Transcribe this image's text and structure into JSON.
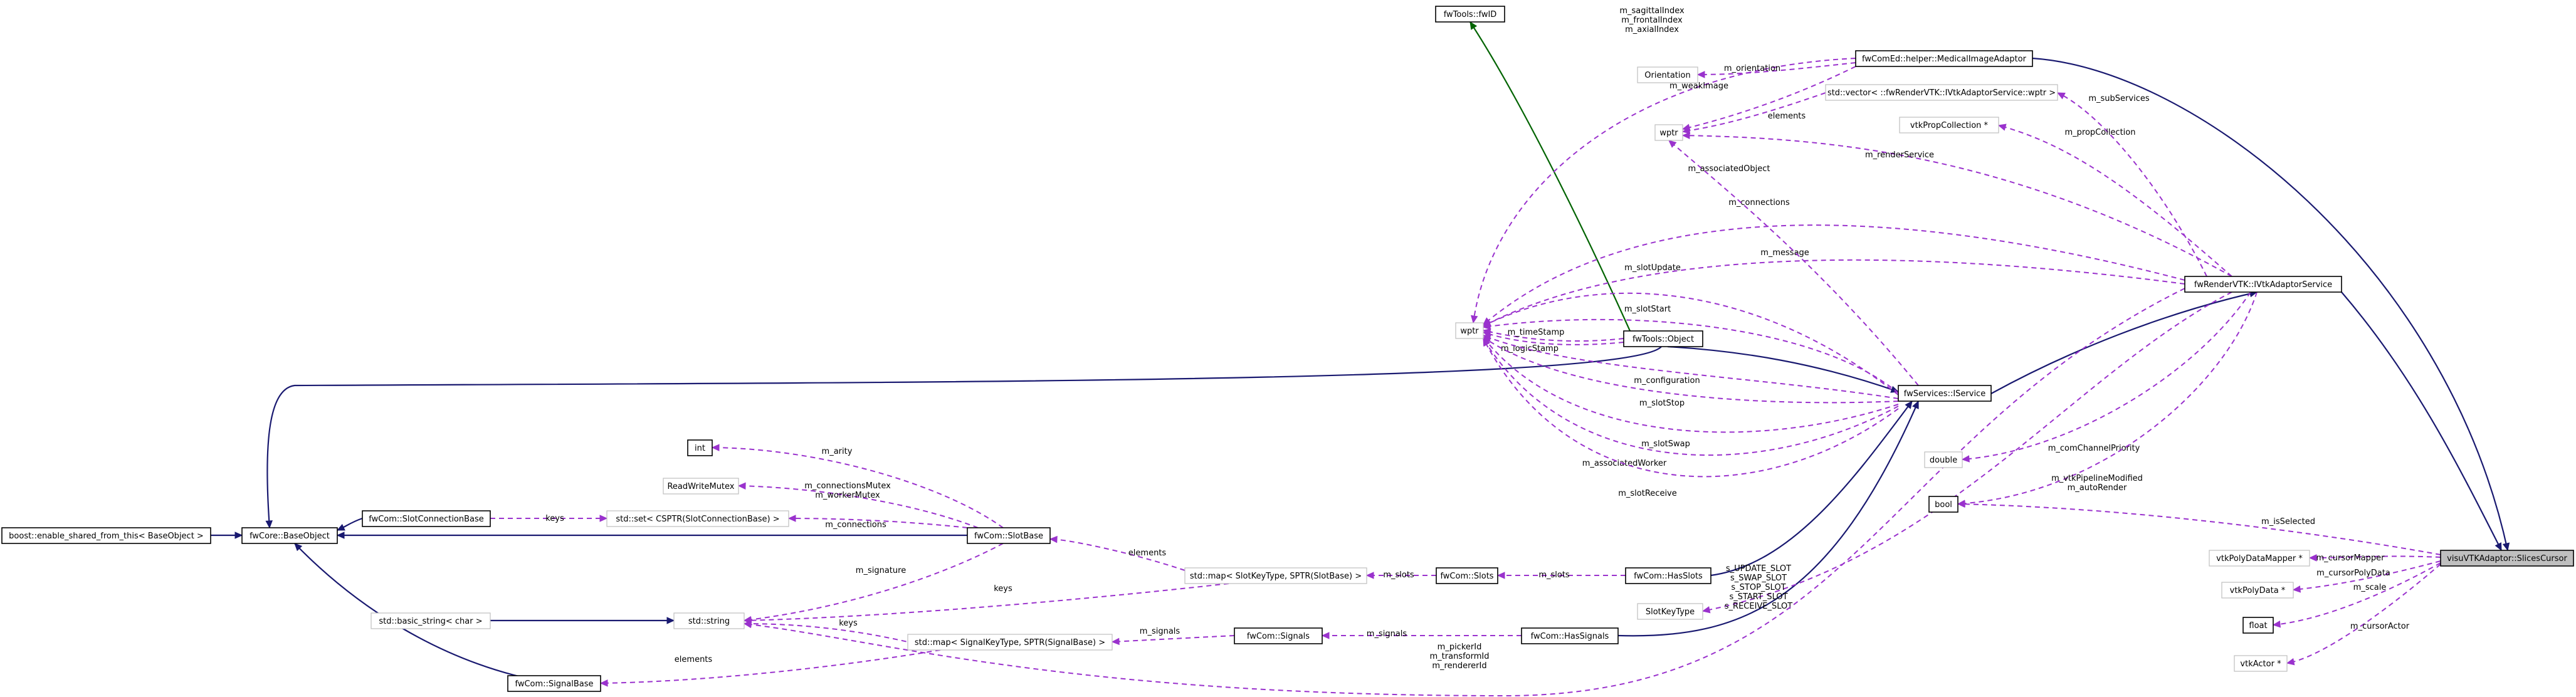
{
  "diagram": {
    "nodes": [
      {
        "id": "enable_shared",
        "label": "boost::enable_shared_from_this< BaseObject >",
        "style": "normal"
      },
      {
        "id": "BaseObject",
        "label": "fwCore::BaseObject",
        "style": "normal"
      },
      {
        "id": "SlotConnectionBase",
        "label": "fwCom::SlotConnectionBase",
        "style": "normal"
      },
      {
        "id": "set_conn",
        "label": "std::set< CSPTR(SlotConnectionBase) >",
        "style": "gray"
      },
      {
        "id": "int",
        "label": "int",
        "style": "normal"
      },
      {
        "id": "ReadWriteMutex",
        "label": "ReadWriteMutex",
        "style": "gray"
      },
      {
        "id": "SlotBase",
        "label": "fwCom::SlotBase",
        "style": "normal"
      },
      {
        "id": "basic_string",
        "label": "std::basic_string< char >",
        "style": "gray"
      },
      {
        "id": "string",
        "label": "std::string",
        "style": "gray"
      },
      {
        "id": "SignalBase",
        "label": "fwCom::SignalBase",
        "style": "normal"
      },
      {
        "id": "map_slot",
        "label": "std::map< SlotKeyType, SPTR(SlotBase) >",
        "style": "gray"
      },
      {
        "id": "map_signal",
        "label": "std::map< SignalKeyType, SPTR(SignalBase) >",
        "style": "gray"
      },
      {
        "id": "Slots",
        "label": "fwCom::Slots",
        "style": "normal"
      },
      {
        "id": "Signals",
        "label": "fwCom::Signals",
        "style": "normal"
      },
      {
        "id": "HasSlots",
        "label": "fwCom::HasSlots",
        "style": "normal"
      },
      {
        "id": "HasSignals",
        "label": "fwCom::HasSignals",
        "style": "normal"
      },
      {
        "id": "fwID",
        "label": "fwTools::fwID",
        "style": "normal"
      },
      {
        "id": "wptr1",
        "label": "wptr",
        "style": "gray"
      },
      {
        "id": "Object",
        "label": "fwTools::Object",
        "style": "normal"
      },
      {
        "id": "IService",
        "label": "fwServices::IService",
        "style": "normal"
      },
      {
        "id": "Orientation",
        "label": "Orientation",
        "style": "gray"
      },
      {
        "id": "MedicalImageAdaptor",
        "label": "fwComEd::helper::MedicalImageAdaptor",
        "style": "normal"
      },
      {
        "id": "wptr2",
        "label": "wptr",
        "style": "gray"
      },
      {
        "id": "vector_svc",
        "label": "std::vector< ::fwRenderVTK::IVtkAdaptorService::wptr >",
        "style": "gray"
      },
      {
        "id": "vtkPropCollection",
        "label": "vtkPropCollection *",
        "style": "gray"
      },
      {
        "id": "IVtkAdaptorService",
        "label": "fwRenderVTK::IVtkAdaptorService",
        "style": "normal"
      },
      {
        "id": "double",
        "label": "double",
        "style": "gray"
      },
      {
        "id": "bool",
        "label": "bool",
        "style": "normal"
      },
      {
        "id": "SlotKeyType",
        "label": "SlotKeyType",
        "style": "gray"
      },
      {
        "id": "vtkPolyDataMapper",
        "label": "vtkPolyDataMapper *",
        "style": "gray"
      },
      {
        "id": "vtkPolyData",
        "label": "vtkPolyData *",
        "style": "gray"
      },
      {
        "id": "float",
        "label": "float",
        "style": "normal"
      },
      {
        "id": "vtkActor",
        "label": "vtkActor *",
        "style": "gray"
      },
      {
        "id": "SlicesCursor",
        "label": "visuVTKAdaptor::SlicesCursor",
        "style": "focus"
      }
    ],
    "edges": [
      {
        "from": "enable_shared",
        "to": "BaseObject",
        "type": "inherit",
        "label": ""
      },
      {
        "from": "BaseObject",
        "to": "SlotConnectionBase",
        "type": "inherit",
        "label": ""
      },
      {
        "from": "BaseObject",
        "to": "SlotBase",
        "type": "inherit",
        "label": ""
      },
      {
        "from": "BaseObject",
        "to": "SignalBase",
        "type": "inherit",
        "label": ""
      },
      {
        "from": "BaseObject",
        "to": "Object",
        "type": "inherit",
        "label": ""
      },
      {
        "from": "basic_string",
        "to": "string",
        "type": "inherit",
        "label": ""
      },
      {
        "from": "fwID",
        "to": "Object",
        "type": "green",
        "label": ""
      },
      {
        "from": "Object",
        "to": "IService",
        "type": "inherit",
        "label": ""
      },
      {
        "from": "HasSlots",
        "to": "IService",
        "type": "inherit",
        "label": ""
      },
      {
        "from": "HasSignals",
        "to": "IService",
        "type": "inherit",
        "label": ""
      },
      {
        "from": "IService",
        "to": "IVtkAdaptorService",
        "type": "inherit",
        "label": ""
      },
      {
        "from": "MedicalImageAdaptor",
        "to": "SlicesCursor",
        "type": "inherit",
        "label": ""
      },
      {
        "from": "IVtkAdaptorService",
        "to": "SlicesCursor",
        "type": "inherit",
        "label": ""
      },
      {
        "from": "SlotConnectionBase",
        "to": "set_conn",
        "type": "use",
        "label": "keys"
      },
      {
        "from": "set_conn",
        "to": "SlotBase",
        "type": "use",
        "label": "m_connections"
      },
      {
        "from": "int",
        "to": "SlotBase",
        "type": "use",
        "label": "m_arity"
      },
      {
        "from": "ReadWriteMutex",
        "to": "SlotBase",
        "type": "use",
        "label": "m_connectionsMutex\nm_workerMutex"
      },
      {
        "from": "string",
        "to": "SlotBase",
        "type": "use",
        "label": "m_signature"
      },
      {
        "from": "SlotBase",
        "to": "map_slot",
        "type": "use",
        "label": "elements"
      },
      {
        "from": "string",
        "to": "map_slot",
        "type": "use",
        "label": "keys"
      },
      {
        "from": "string",
        "to": "map_signal",
        "type": "use",
        "label": "keys"
      },
      {
        "from": "SignalBase",
        "to": "map_signal",
        "type": "use",
        "label": "elements"
      },
      {
        "from": "map_slot",
        "to": "Slots",
        "type": "use",
        "label": "m_slots"
      },
      {
        "from": "map_signal",
        "to": "Signals",
        "type": "use",
        "label": "m_signals"
      },
      {
        "from": "Slots",
        "to": "HasSlots",
        "type": "use",
        "label": "m_slots"
      },
      {
        "from": "Signals",
        "to": "HasSignals",
        "type": "use",
        "label": "m_signals"
      },
      {
        "from": "wptr1",
        "to": "Object",
        "type": "use",
        "label": "m_timeStamp"
      },
      {
        "from": "wptr1",
        "to": "Object",
        "type": "use",
        "label": "m_logicStamp"
      },
      {
        "from": "wptr1",
        "to": "IService",
        "type": "use",
        "label": "m_slotStart"
      },
      {
        "from": "wptr1",
        "to": "IService",
        "type": "use",
        "label": "m_slotUpdate"
      },
      {
        "from": "wptr1",
        "to": "IService",
        "type": "use",
        "label": "m_configuration"
      },
      {
        "from": "wptr1",
        "to": "IService",
        "type": "use",
        "label": "m_slotStop"
      },
      {
        "from": "wptr1",
        "to": "IService",
        "type": "use",
        "label": "m_slotSwap"
      },
      {
        "from": "wptr1",
        "to": "IService",
        "type": "use",
        "label": "m_associatedWorker"
      },
      {
        "from": "wptr1",
        "to": "IService",
        "type": "use",
        "label": "m_slotReceive"
      },
      {
        "from": "wptr1",
        "to": "IVtkAdaptorService",
        "type": "use",
        "label": "m_message"
      },
      {
        "from": "wptr1",
        "to": "IVtkAdaptorService",
        "type": "use",
        "label": "m_connections"
      },
      {
        "from": "wptr1",
        "to": "MedicalImageAdaptor",
        "type": "use",
        "label": "m_sagittalIndex\nm_frontalIndex\nm_axialIndex"
      },
      {
        "from": "Orientation",
        "to": "MedicalImageAdaptor",
        "type": "use",
        "label": "m_orientation"
      },
      {
        "from": "wptr2",
        "to": "MedicalImageAdaptor",
        "type": "use",
        "label": "m_weakImage"
      },
      {
        "from": "wptr2",
        "to": "vector_svc",
        "type": "use",
        "label": "elements"
      },
      {
        "from": "wptr2",
        "to": "IService",
        "type": "use",
        "label": "m_associatedObject"
      },
      {
        "from": "wptr2",
        "to": "IVtkAdaptorService",
        "type": "use",
        "label": "m_renderService"
      },
      {
        "from": "vector_svc",
        "to": "IVtkAdaptorService",
        "type": "use",
        "label": "m_subServices"
      },
      {
        "from": "vtkPropCollection",
        "to": "IVtkAdaptorService",
        "type": "use",
        "label": "m_propCollection"
      },
      {
        "from": "double",
        "to": "IVtkAdaptorService",
        "type": "use",
        "label": "m_comChannelPriority"
      },
      {
        "from": "bool",
        "to": "IVtkAdaptorService",
        "type": "use",
        "label": "m_vtkPipelineModified\nm_autoRender"
      },
      {
        "from": "bool",
        "to": "SlicesCursor",
        "type": "use",
        "label": "m_isSelected"
      },
      {
        "from": "SlotKeyType",
        "to": "IService",
        "type": "use",
        "label": "s_UPDATE_SLOT\ns_SWAP_SLOT\ns_STOP_SLOT\ns_START_SLOT\ns_RECEIVE_SLOT"
      },
      {
        "from": "string",
        "to": "IVtkAdaptorService",
        "type": "use",
        "label": "m_pickerId\nm_transformId\nm_rendererId"
      },
      {
        "from": "vtkPolyDataMapper",
        "to": "SlicesCursor",
        "type": "use",
        "label": "m_cursorMapper"
      },
      {
        "from": "vtkPolyData",
        "to": "SlicesCursor",
        "type": "use",
        "label": "m_cursorPolyData"
      },
      {
        "from": "float",
        "to": "SlicesCursor",
        "type": "use",
        "label": "m_scale"
      },
      {
        "from": "vtkActor",
        "to": "SlicesCursor",
        "type": "use",
        "label": "m_cursorActor"
      }
    ],
    "colors": {
      "inherit": "#191970",
      "green": "#006400",
      "use": "#9a32cd",
      "node_border": "#000000",
      "gray_border": "#bfbfbf",
      "gray_text": "#404040",
      "focus_fill": "#bfbfbf"
    }
  }
}
